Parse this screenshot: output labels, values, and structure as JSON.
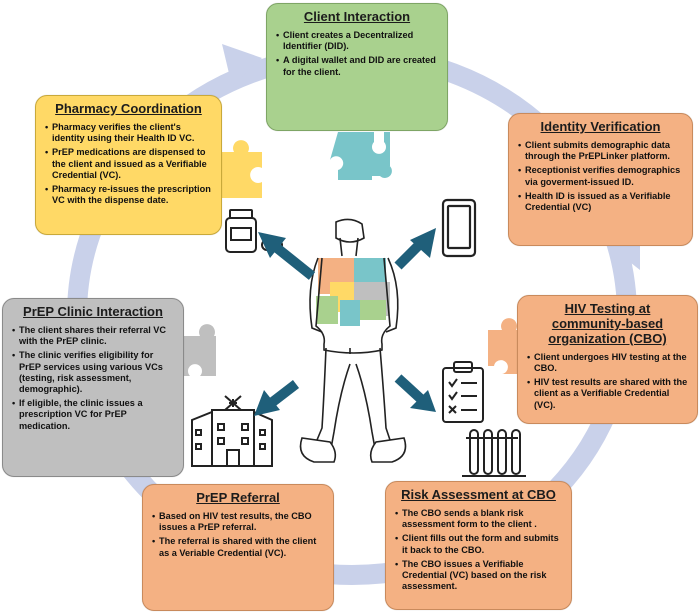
{
  "boxes": {
    "client": {
      "title": "Client Interaction",
      "items": [
        "Client creates a Decentralized Identifier (DID).",
        "A digital wallet and DID are created for the client."
      ]
    },
    "identity": {
      "title": "Identity Verification",
      "items": [
        "Client submits demographic data through the PrEPLinker platform.",
        "Receptionist verifies demographics via goverment-issued ID.",
        "Health ID is issued as a Verifiable Credential (VC)"
      ]
    },
    "hiv": {
      "title": "HIV Testing at community-based organization (CBO)",
      "items": [
        "Client undergoes HIV testing at the CBO.",
        "HIV test results are shared with the client as a Verifiable Credential (VC)."
      ]
    },
    "risk": {
      "title": "Risk Assessment at CBO",
      "items": [
        "The CBO sends a blank risk assessment form to the client .",
        "Client fills out the form and submits it back to the CBO.",
        "The CBO issues a Verifiable Credential (VC) based on the risk assessment."
      ]
    },
    "referral": {
      "title": "PrEP Referral",
      "items": [
        "Based on HIV test results, the CBO issues a PrEP referral.",
        "The referral is shared with the client as a Veriable Credential (VC)."
      ]
    },
    "prep": {
      "title": "PrEP Clinic Interaction",
      "items": [
        "The client shares their referral VC with the PrEP clinic.",
        "The clinic verifies eligibility for PrEP services using various VCs (testing, risk assessment, demographic).",
        "If eligible, the clinic issues a prescription VC for PrEP medication."
      ]
    },
    "pharmacy": {
      "title": "Pharmacy Coordination",
      "items": [
        "Pharmacy verifies the client's identity using their Health ID VC.",
        "PrEP medications are dispensed to the client and issued as a Verifiable Credential (VC).",
        "Pharmacy re-issues the prescription VC with the dispense date."
      ]
    }
  },
  "colors": {
    "ring": "#c9d1ea",
    "green": "#a9d18e",
    "yellow": "#ffd966",
    "salmon": "#f4b183",
    "gray": "#bfbfbf",
    "puzzle_teal": "#79c5c9",
    "puzzle_yellow": "#ffd966",
    "puzzle_salmon": "#f4b183",
    "arrow": "#1f5f7a"
  },
  "icons": [
    "medicine-bottle-icon",
    "smartphone-icon",
    "hospital-icon",
    "clipboard-checklist-icon",
    "test-tubes-icon",
    "person-figure-icon",
    "puzzle-piece-icon"
  ]
}
